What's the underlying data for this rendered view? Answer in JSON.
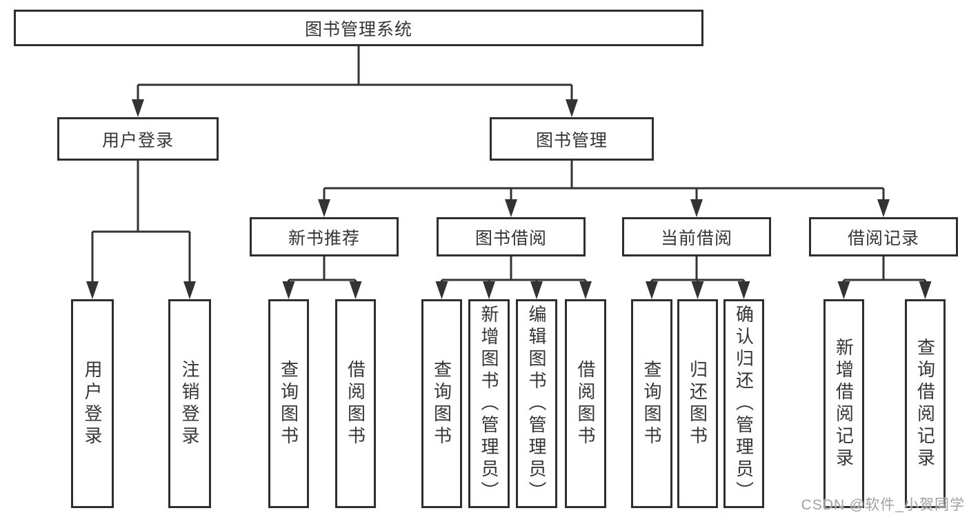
{
  "diagram": {
    "root": {
      "label": "图书管理系统"
    },
    "level2": [
      {
        "label": "用户登录",
        "leaves": [
          "用户登录",
          "注销登录"
        ]
      },
      {
        "label": "图书管理",
        "groups": [
          {
            "label": "新书推荐",
            "leaves": [
              "查询图书",
              "借阅图书"
            ]
          },
          {
            "label": "图书借阅",
            "leaves": [
              "查询图书",
              "新增图书（管理员）",
              "编辑图书（管理员）",
              "借阅图书"
            ]
          },
          {
            "label": "当前借阅",
            "leaves": [
              "查询图书",
              "归还图书",
              "确认归还（管理员）"
            ]
          },
          {
            "label": "借阅记录",
            "leaves": [
              "新增借阅记录",
              "查询借阅记录"
            ]
          }
        ]
      }
    ],
    "colors": {
      "line": "#333333",
      "border": "#2e2e2e",
      "text": "#353535",
      "background": "#ffffff"
    }
  },
  "watermark": {
    "text": "CSDN @软件_小贺同学",
    "color": "#a0a0a0"
  }
}
